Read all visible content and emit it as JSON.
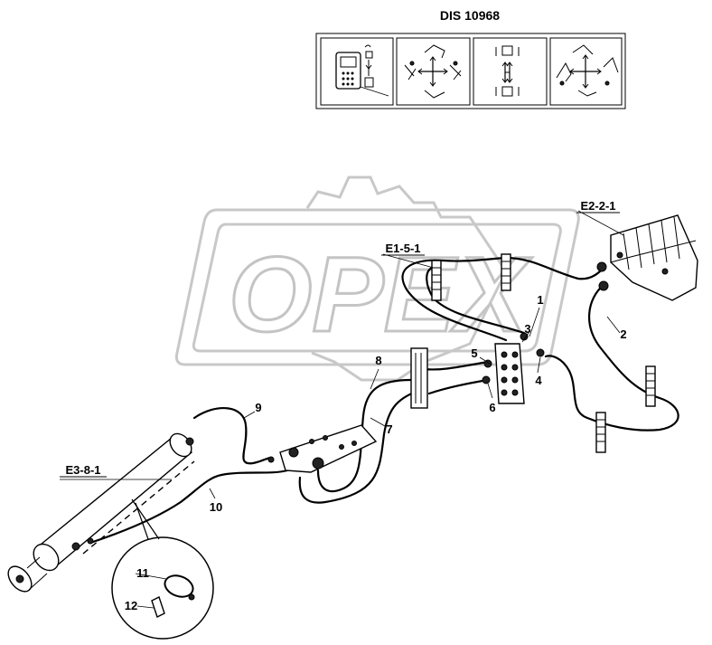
{
  "header": {
    "title": "DIS 10968"
  },
  "watermark": {
    "text": "OPEX"
  },
  "icon_strip": {
    "icons": [
      "control-unit-icon",
      "boom-movement-icon",
      "swing-arrows-icon",
      "arm-movement-icon"
    ]
  },
  "references": {
    "valve": "E2-2-1",
    "pilot": "E1-5-1",
    "cylinder": "E3-8-1"
  },
  "callouts": [
    "1",
    "2",
    "3",
    "4",
    "5",
    "6",
    "7",
    "8",
    "9",
    "10",
    "11",
    "12"
  ]
}
